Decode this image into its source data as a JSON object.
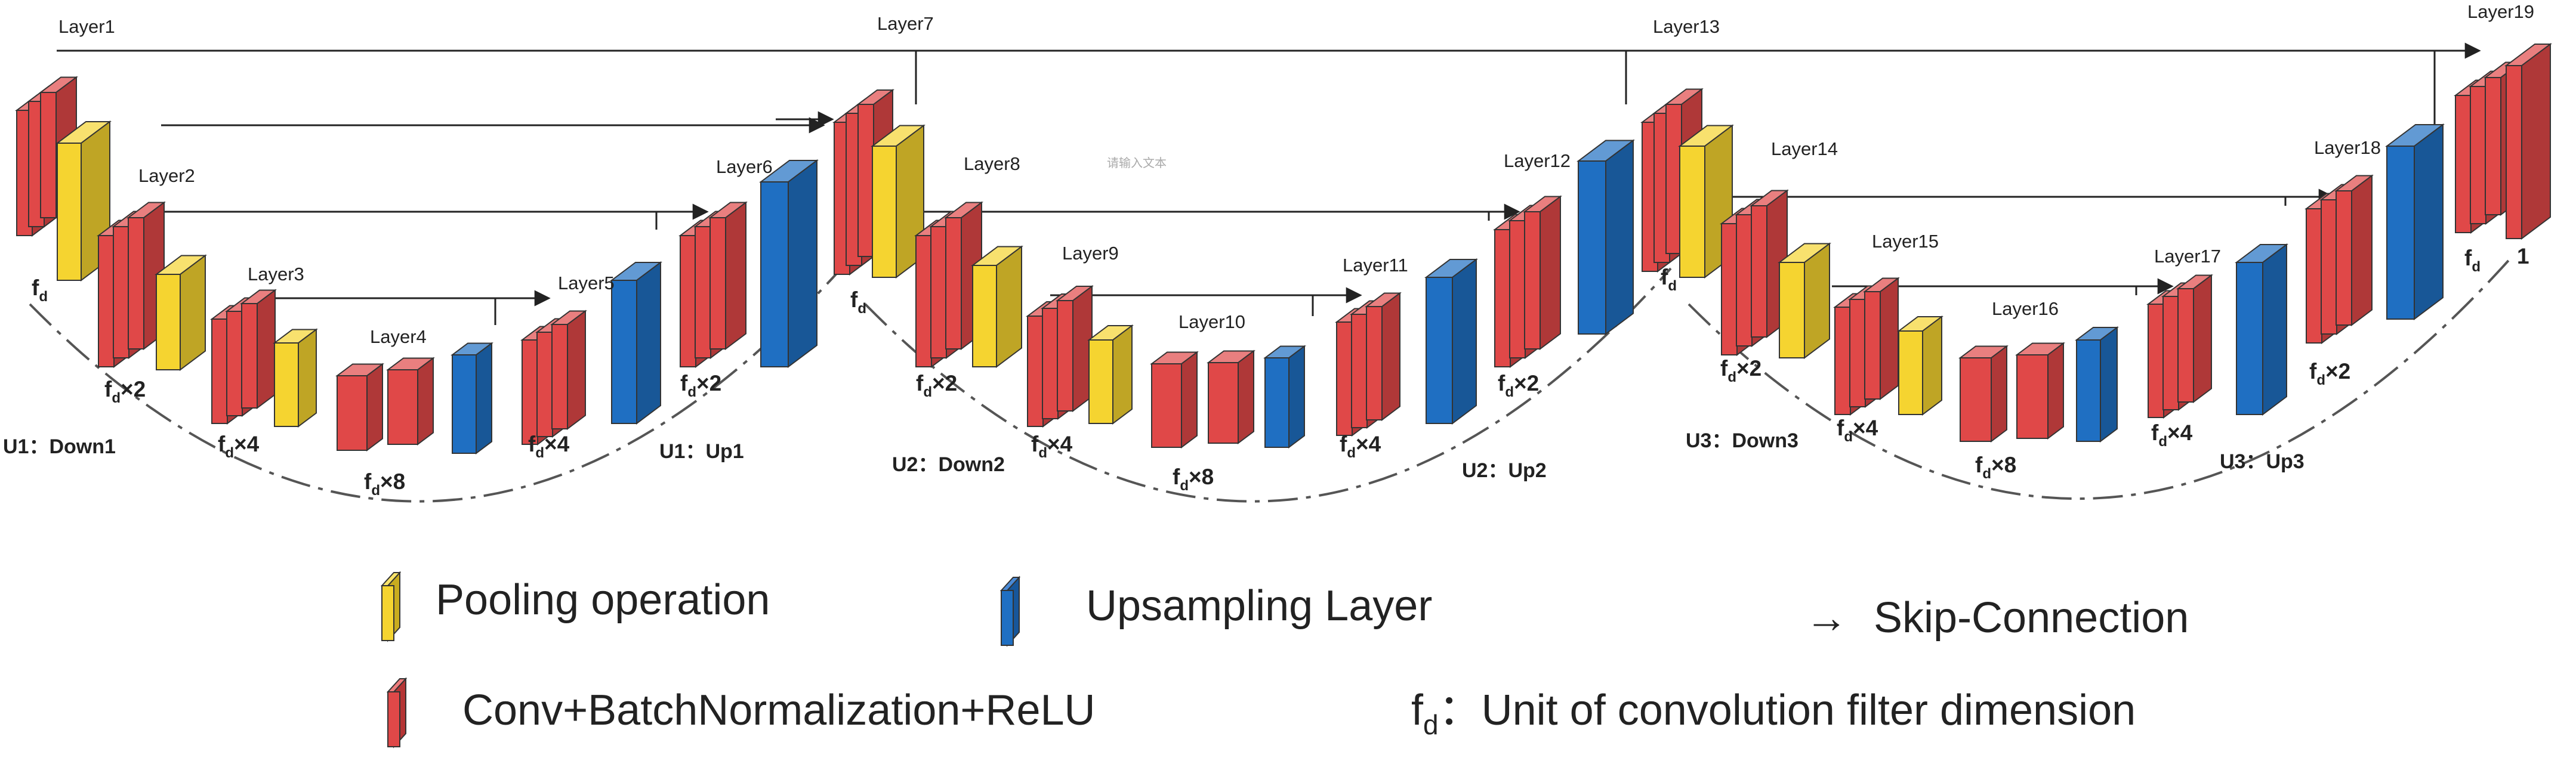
{
  "colors": {
    "conv": "#e04848",
    "pool": "#f5d430",
    "up": "#1f6fc2",
    "line": "#222222"
  },
  "layers": {
    "l1": "Layer1",
    "l2": "Layer2",
    "l3": "Layer3",
    "l4": "Layer4",
    "l5": "Layer5",
    "l6": "Layer6",
    "l7": "Layer7",
    "l8": "Layer8",
    "l9": "Layer9",
    "l10": "Layer10",
    "l11": "Layer11",
    "l12": "Layer12",
    "l13": "Layer13",
    "l14": "Layer14",
    "l15": "Layer15",
    "l16": "Layer16",
    "l17": "Layer17",
    "l18": "Layer18",
    "l19": "Layer19"
  },
  "dims": {
    "base": "f",
    "sub": "d",
    "x2": "×2",
    "x4": "×4",
    "x8": "×8",
    "one": "1"
  },
  "sections": {
    "u1_down": "U1：Down1",
    "u1_up": "U1：Up1",
    "u2_down": "U2：Down2",
    "u2_up": "U2：Up2",
    "u3_down": "U3：Down3",
    "u3_up": "U3：Up3"
  },
  "watermark": "请输入文本",
  "legend": {
    "pool": "Pooling operation",
    "up": "Upsampling Layer",
    "skip": "Skip-Connection",
    "conv": "Conv+BatchNormalization+ReLU",
    "fd_desc": "：Unit of convolution filter dimension",
    "fd_base": "f",
    "fd_sub": "d",
    "skip_icon": "→"
  }
}
